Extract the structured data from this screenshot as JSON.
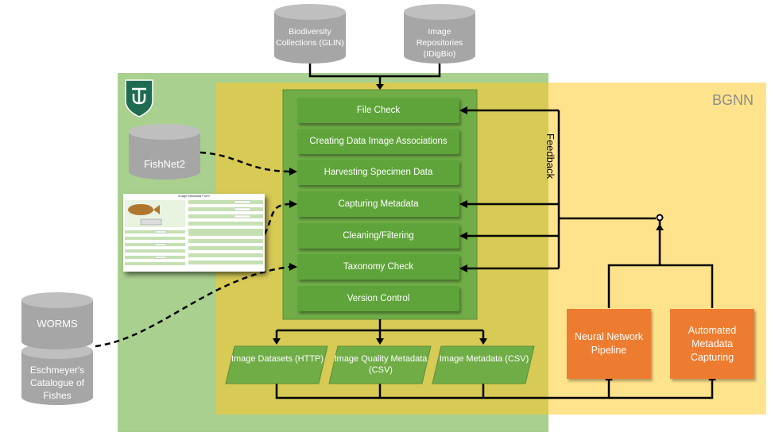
{
  "regions": {
    "bgnn_label": "BGNN",
    "feedback_label": "Feedback"
  },
  "sources_top": [
    {
      "label": "Biodiversity Collections (GLIN)"
    },
    {
      "label": "Image Repositories (IDigBio)"
    }
  ],
  "sources_left": {
    "fishnet": "FishNet2",
    "worms": "WORMS",
    "eschmeyer": "Eschmeyer's Catalogue of Fishes"
  },
  "pipeline_steps": [
    "File Check",
    "Creating Data Image Associations",
    "Harvesting Specimen Data",
    "Capturing Metadata",
    "Cleaning/Filtering",
    "Taxonomy Check",
    "Version Control"
  ],
  "outputs": [
    "Image Datasets (HTTP)",
    "Image Quality Metadata (CSV)",
    "Image Metadata (CSV)"
  ],
  "bgnn_components": [
    "Neural Network Pipeline",
    "Automated Metadata Capturing"
  ],
  "form_thumbnail": {
    "title": "Image Metadata Form"
  },
  "colors": {
    "green_region": "#a9d08e",
    "yellow_region": "#ffd966",
    "overlap": "#d4c84f",
    "pipeline_box": "#70ad47",
    "step": "#5fa43a",
    "orange": "#ee7c30",
    "cylinder": "#a6a6a6",
    "logo": "#1e6b52"
  }
}
